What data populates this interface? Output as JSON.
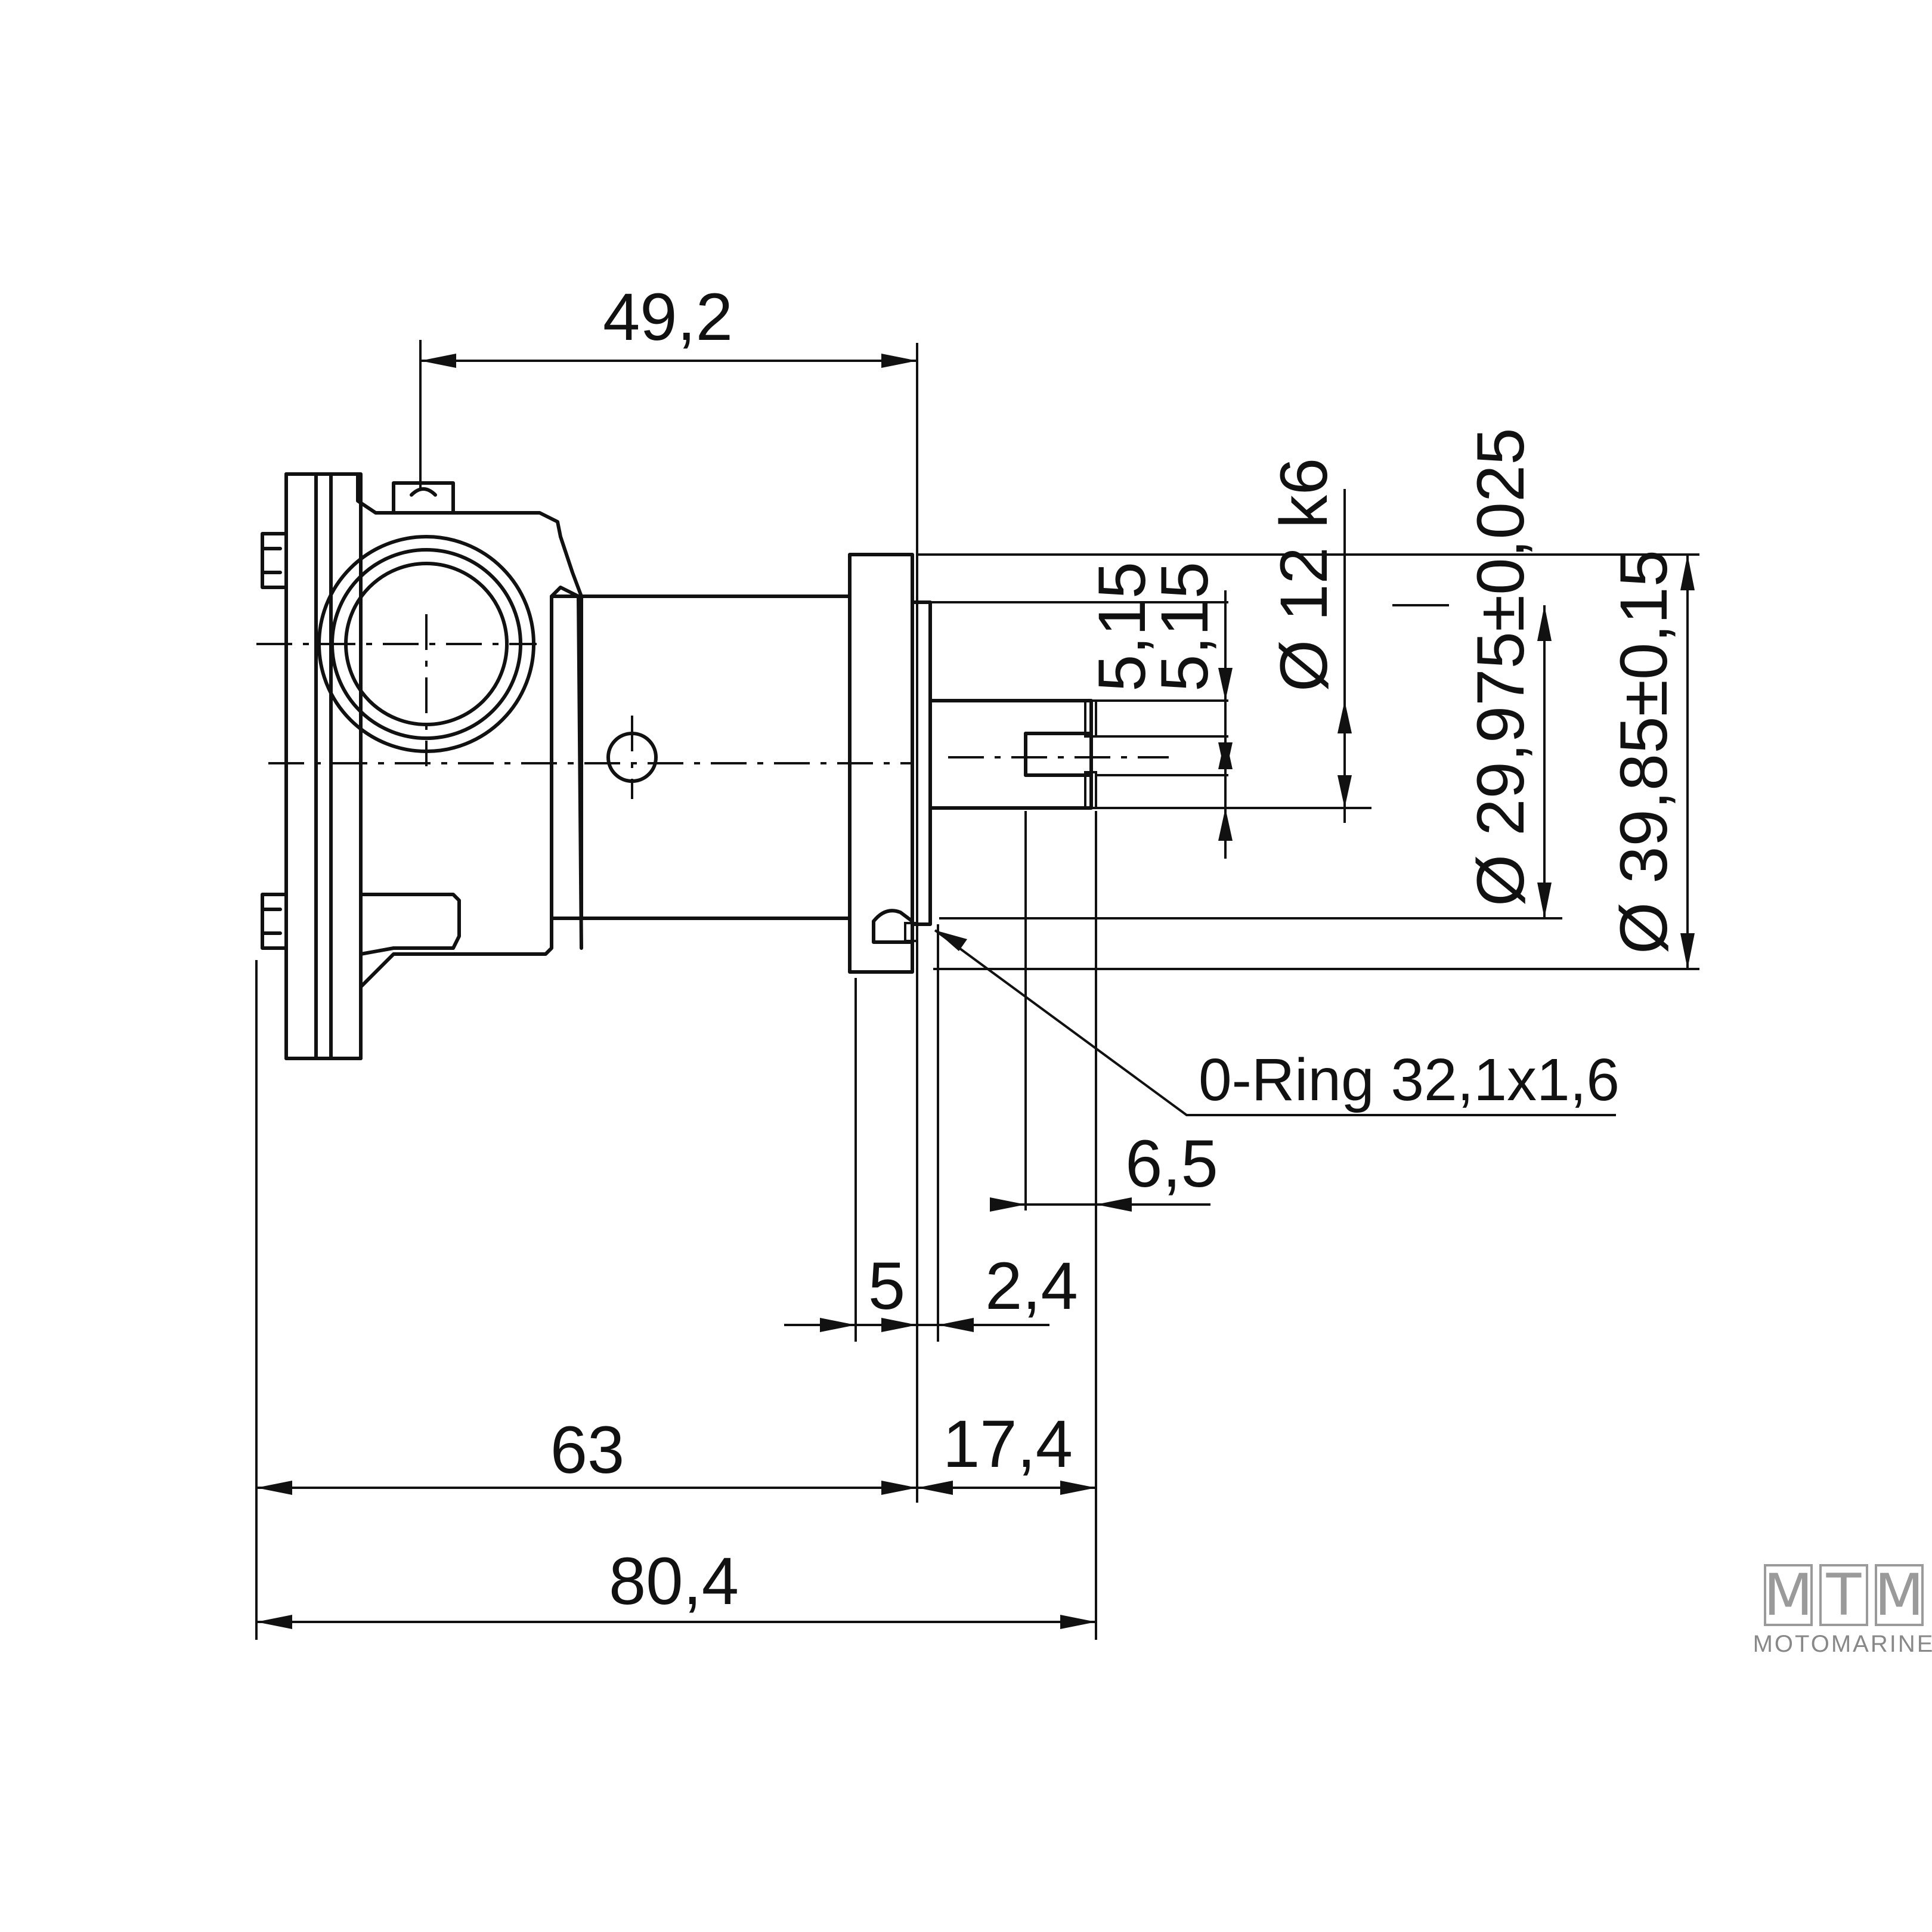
{
  "dimensions": {
    "d_49_2": "49,2",
    "d_5_15_a": "5,15",
    "d_5_15_b": "5,15",
    "d_12k6": "Ø 12 k6",
    "d_29_975": "Ø 29,975±0,025",
    "d_39_85": "Ø 39,85±0,15",
    "d_6_5": "6,5",
    "d_5": "5",
    "d_2_4": "2,4",
    "d_63": "63",
    "d_17_4": "17,4",
    "d_80_4": "80,4"
  },
  "labels": {
    "o_ring": "0-Ring 32,1x1,6"
  },
  "logo": {
    "letters": [
      "M",
      "T",
      "M"
    ],
    "subtitle": "MOTOMARINE"
  }
}
